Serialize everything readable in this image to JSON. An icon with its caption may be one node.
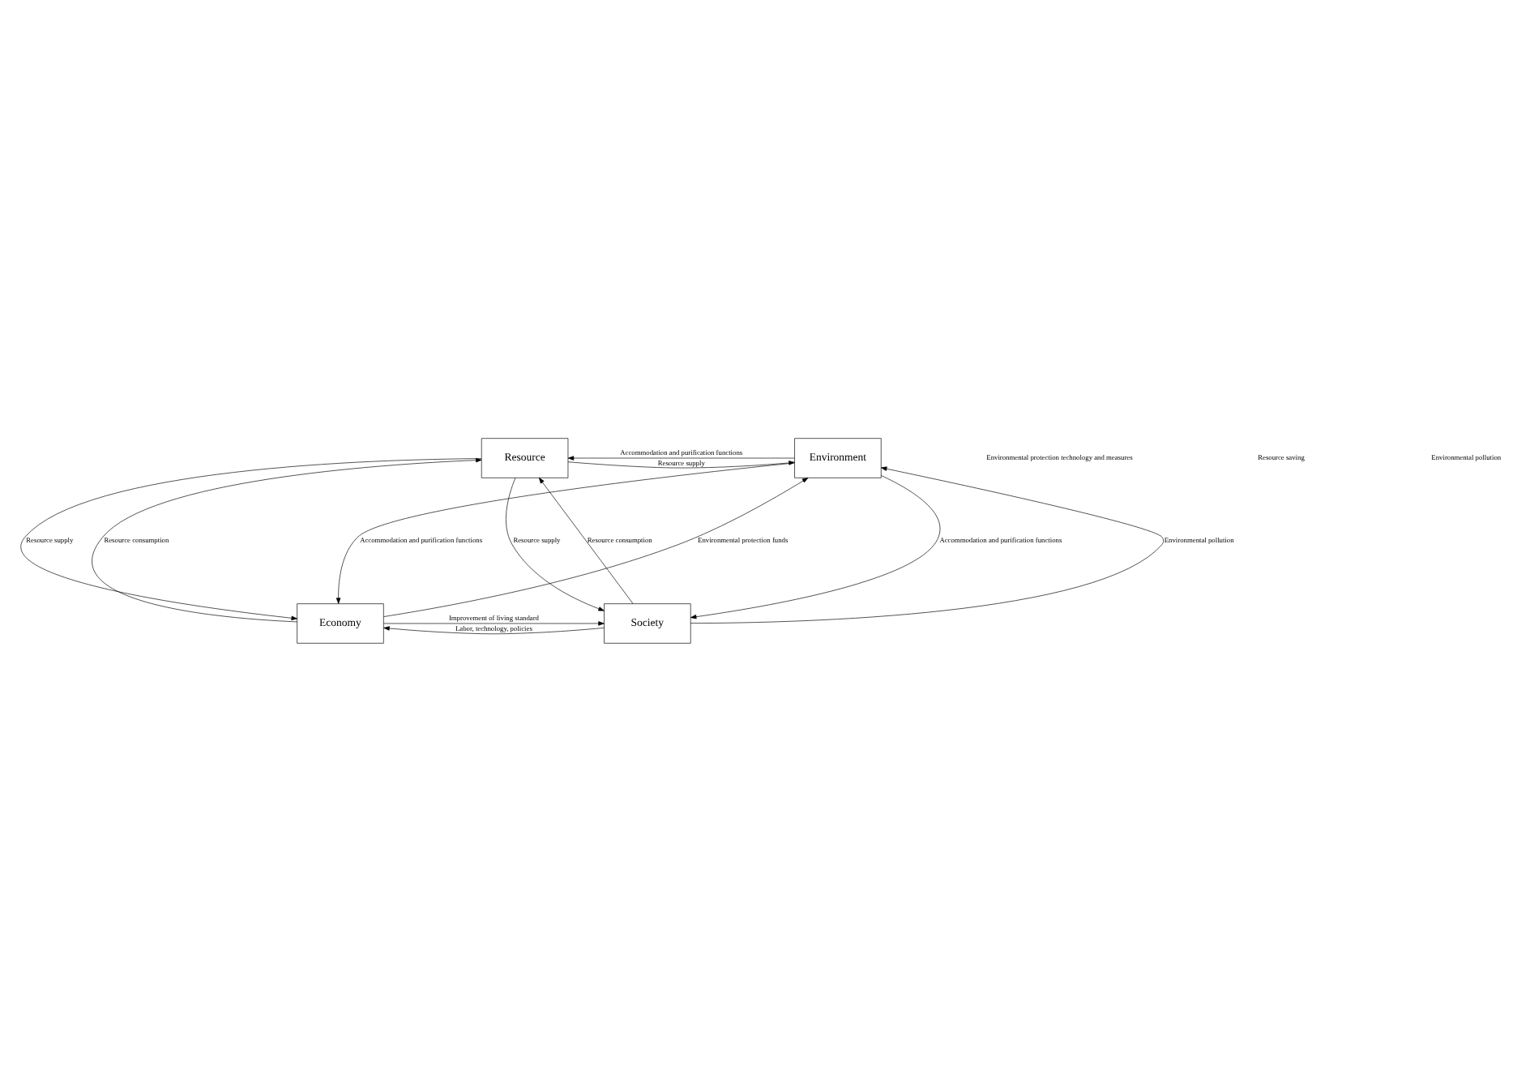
{
  "diagram": {
    "nodes": [
      {
        "text": [
          "Resource"
        ]
      },
      {
        "text": [
          "Environment"
        ]
      },
      {
        "text": [
          "Economy"
        ]
      },
      {
        "text": [
          "Society"
        ]
      }
    ],
    "edges": [
      {
        "from": 0,
        "to": 1,
        "arrow": "to",
        "label": "Resource supply"
      },
      {
        "from": 1,
        "to": 0,
        "arrow": "to",
        "label": "Accommodation and purification functions"
      },
      {
        "from": 2,
        "to": 0,
        "arrow": "to",
        "label": "Resource consumption"
      },
      {
        "from": 0,
        "to": 2,
        "arrow": "to",
        "label": "Resource supply"
      },
      {
        "from": 3,
        "to": 0,
        "arrow": "to",
        "label": "Resource consumption"
      },
      {
        "from": 1,
        "to": 2,
        "arrow": "to",
        "label": "Accommodation and purification functions"
      },
      {
        "from": 2,
        "to": 1,
        "arrow": "to",
        "label": "Environmental protection funds"
      },
      {
        "from": 0,
        "to": 3,
        "arrow": "to",
        "label": "Resource supply"
      },
      {
        "from": 3,
        "to": 1,
        "arrow": "to",
        "label": "Environmental pollution"
      },
      {
        "from": 1,
        "to": 3,
        "arrow": "to",
        "label": "Accommodation and purification functions"
      },
      {
        "from": 2,
        "to": 3,
        "arrow": "to",
        "label": "Improvement of living standard"
      },
      {
        "from": 3,
        "to": 2,
        "arrow": "to",
        "label": "Labor, technology, policies"
      }
    ],
    "labels": [
      "Environmental protection technology and measures",
      "Resource saving",
      "Environmental pollution"
    ]
  }
}
